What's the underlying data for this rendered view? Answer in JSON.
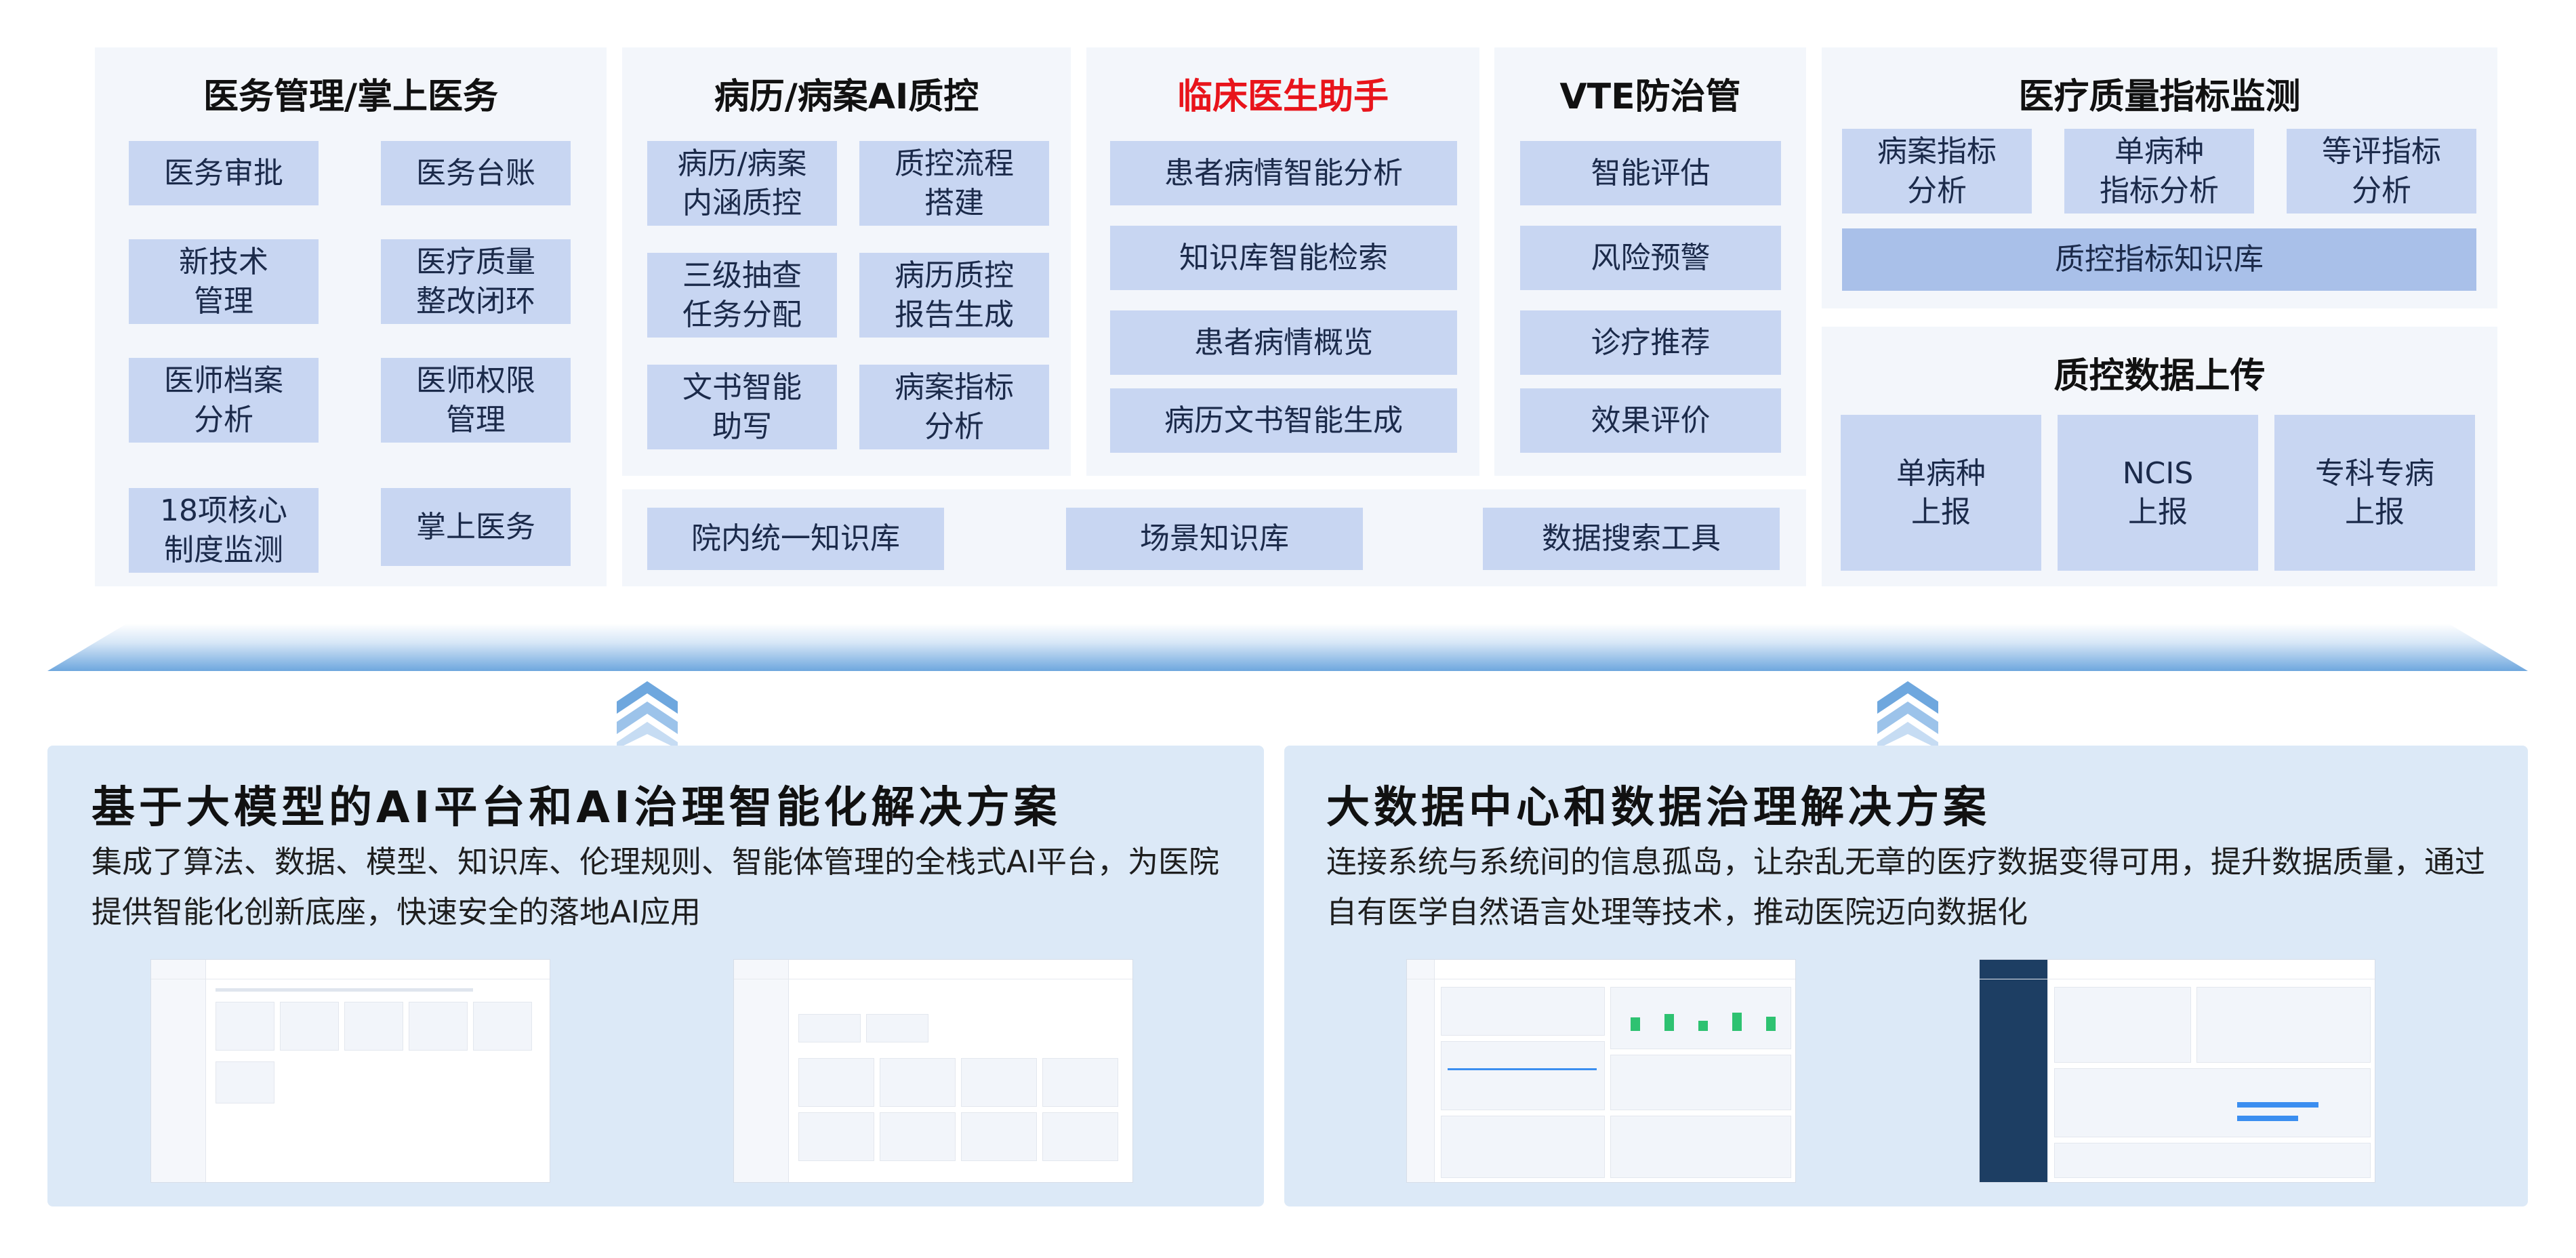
{
  "top": {
    "panel1": {
      "title": "医务管理/掌上医务",
      "items": [
        "医务审批",
        "医务台账",
        "新技术\n管理",
        "医疗质量\n整改闭环",
        "医师档案\n分析",
        "医师权限\n管理",
        "18项核心\n制度监测",
        "掌上医务"
      ]
    },
    "panel2": {
      "title": "病历/病案AI质控",
      "items": [
        "病历/病案\n内涵质控",
        "质控流程\n搭建",
        "三级抽查\n任务分配",
        "病历质控\n报告生成",
        "文书智能\n助写",
        "病案指标\n分析"
      ]
    },
    "panel3": {
      "title": "临床医生助手",
      "items": [
        "患者病情智能分析",
        "知识库智能检索",
        "患者病情概览",
        "病历文书智能生成"
      ]
    },
    "panel4": {
      "title": "VTE防治管",
      "items": [
        "智能评估",
        "风险预警",
        "诊疗推荐",
        "效果评价"
      ]
    },
    "knowledge": {
      "items": [
        "院内统一知识库",
        "场景知识库",
        "数据搜索工具"
      ]
    },
    "panel5": {
      "title": "医疗质量指标监测",
      "items": [
        "病案指标\n分析",
        "单病种\n指标分析",
        "等评指标\n分析"
      ],
      "wide": "质控指标知识库"
    },
    "panel6": {
      "title": "质控数据上传",
      "items": [
        "单病种\n上报",
        "NCIS\n上报",
        "专科专病\n上报"
      ]
    }
  },
  "bottom": {
    "left": {
      "title": "基于大模型的AI平台和AI治理智能化解决方案",
      "desc_line1": "集成了算法、数据、模型、知识库、伦理规则、智能体管理的全栈式AI平台，为医院",
      "desc_line2": "提供智能化创新底座，快速安全的落地AI应用"
    },
    "right": {
      "title": "大数据中心和数据治理解决方案",
      "desc_line1": "连接系统与系统间的信息孤岛，让杂乱无章的医疗数据变得可用，提升数据质量，通过",
      "desc_line2": "自有医学自然语言处理等技术，推动医院迈向数据化"
    }
  },
  "colors": {
    "panel_bg": "#f3f6fb",
    "box": "#c8d6f2",
    "box_dark": "#a9c0e9",
    "highlight_title": "#e8141b",
    "bottom_panel": "#dce9f7",
    "accent": "#3b8ef0"
  },
  "icons": [
    "double-chevron-up-icon"
  ]
}
